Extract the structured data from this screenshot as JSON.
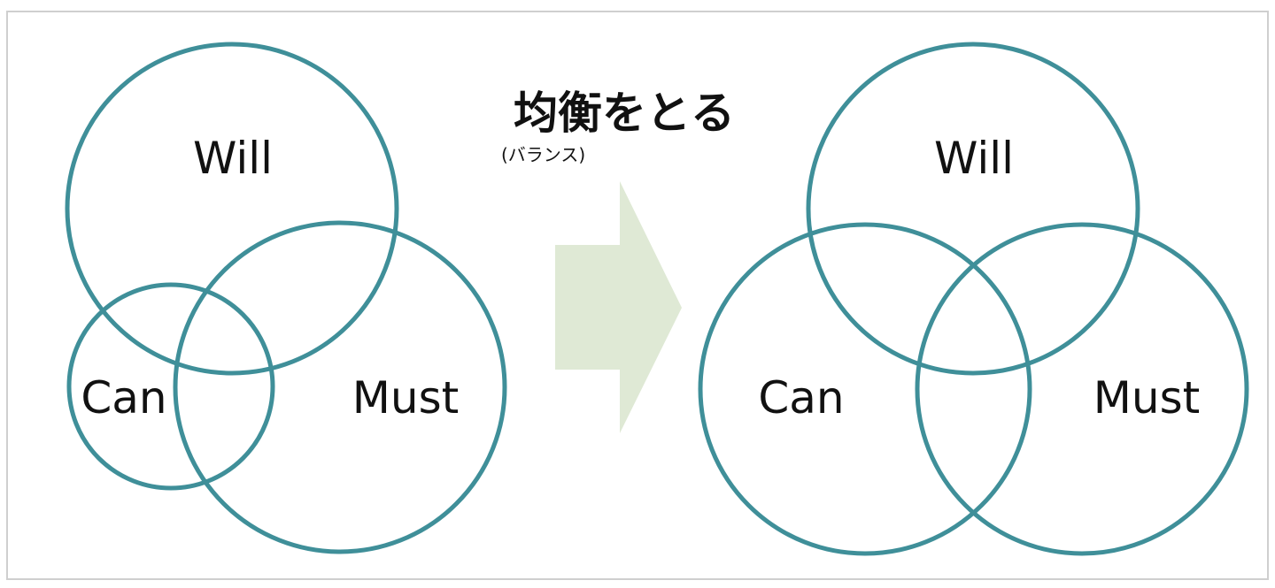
{
  "title": "均衡をとる",
  "subtitle": "(バランス)",
  "colors": {
    "ring": "#3f8f99",
    "arrow": "#dfe9d5",
    "frame": "#cfcfcf"
  },
  "before": {
    "will": "Will",
    "can": "Can",
    "must": "Must"
  },
  "after": {
    "will": "Will",
    "can": "Can",
    "must": "Must"
  }
}
